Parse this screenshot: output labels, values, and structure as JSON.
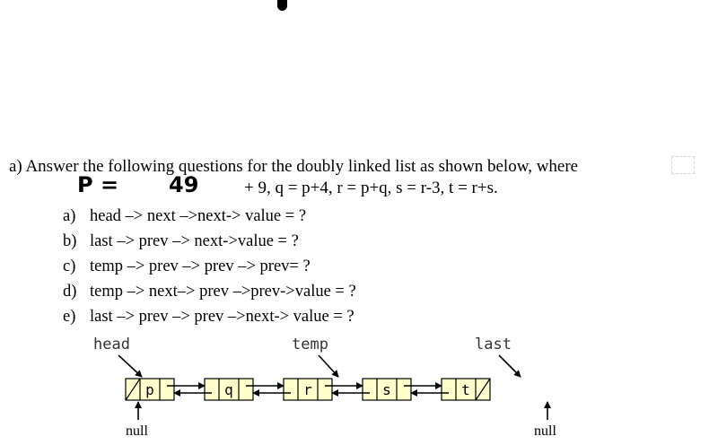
{
  "intro_text": "a) Answer the following questions for the doubly linked list as shown below, where",
  "handwritten": {
    "p_eq": "P =",
    "value": "49"
  },
  "formula": "+ 9, q = p+4, r = p+q, s = r-3, t = r+s.",
  "questions": [
    {
      "label": "a)",
      "text": "head –> next –>next-> value = ?"
    },
    {
      "label": "b)",
      "text": "last –> prev –> next->value = ?"
    },
    {
      "label": "c)",
      "text": "temp –> prev –> prev –> prev= ?"
    },
    {
      "label": "d)",
      "text": "temp –> next–> prev –>prev->value = ?"
    },
    {
      "label": "e)",
      "text": "last –> prev –> prev –>next-> value = ?"
    }
  ],
  "diagram": {
    "pointers": {
      "head": "head",
      "temp": "temp",
      "last": "last"
    },
    "nodes": [
      "p",
      "q",
      "r",
      "s",
      "t"
    ],
    "null_left": "null",
    "null_right": "null",
    "node_fill": "#ffffcc"
  }
}
